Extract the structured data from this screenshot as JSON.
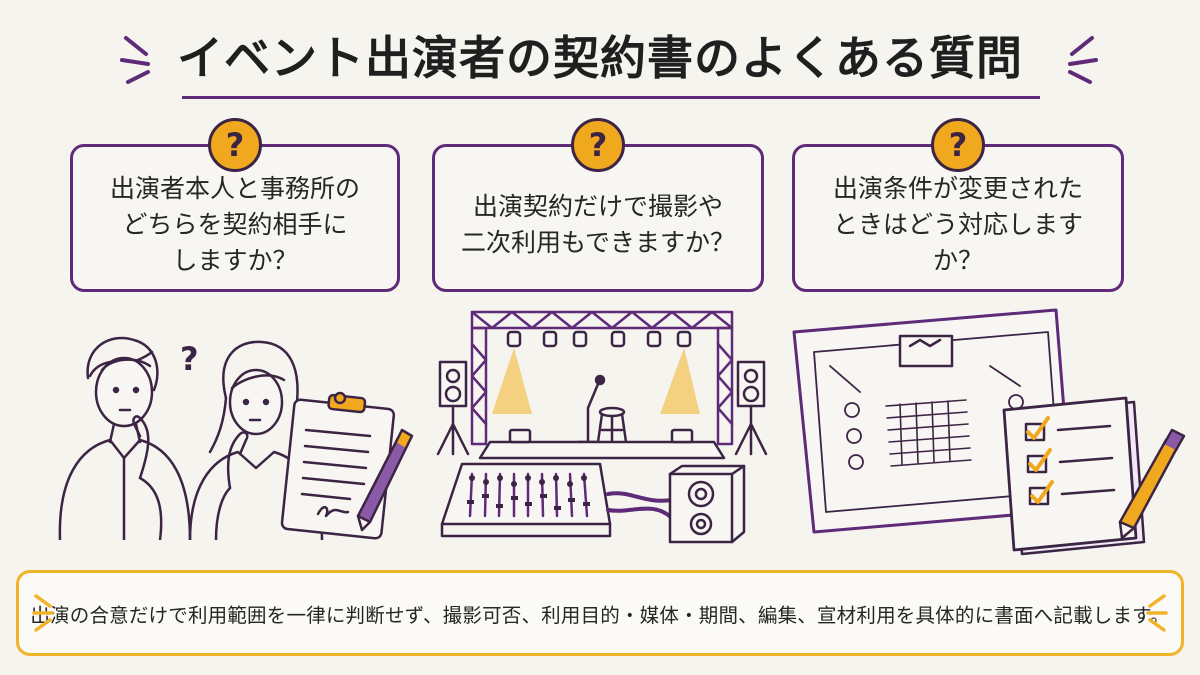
{
  "title": "イベント出演者の契約書のよくある質問",
  "badge_glyph": "?",
  "questions": [
    {
      "text": "出演者本人と事務所の\nどちらを契約相手に\nしますか？"
    },
    {
      "text": "出演契約だけで撮影や\n二次利用もできますか？"
    },
    {
      "text": "出演条件が変更された\nときはどう対応しますか？"
    }
  ],
  "people_question_mark": "?",
  "summary": "出演の合意だけで利用範囲を一律に判断せず、撮影可否、利用目的・媒体・期間、編集、宣材利用を具体的に書面へ記載します。",
  "colors": {
    "accent_purple": "#5f2a78",
    "badge_orange": "#f0a81f",
    "summary_border": "#f0b429"
  }
}
